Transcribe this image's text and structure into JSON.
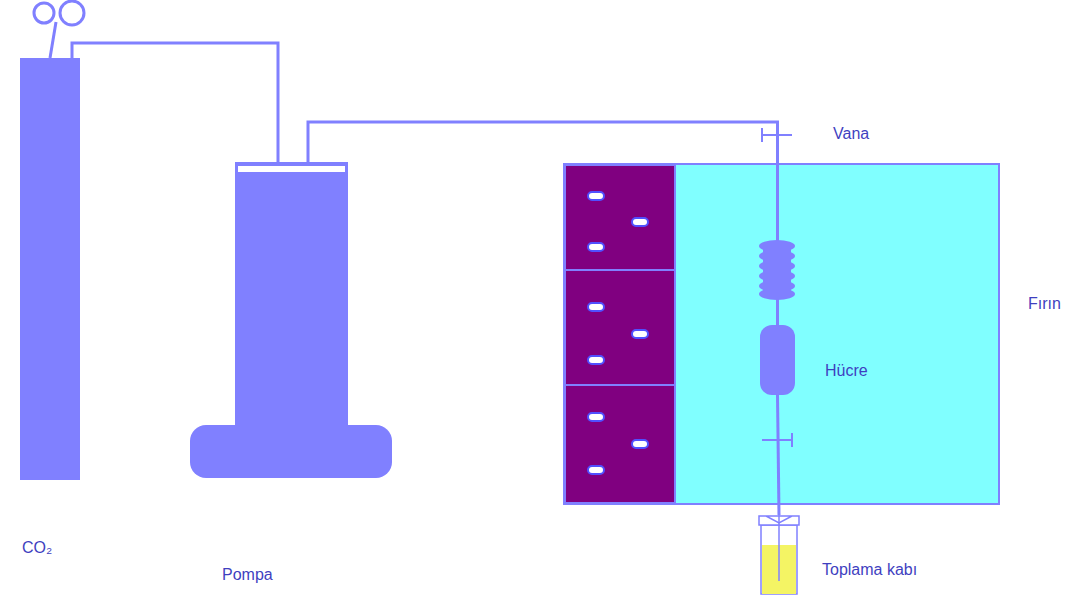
{
  "diagram": {
    "nodes": [
      {
        "text": [
          "CO₂"
        ]
      },
      {
        "text": [
          "Pompa"
        ]
      },
      {
        "text": [
          "Fırın"
        ]
      },
      {
        "text": [
          "Hücre"
        ],
        "in": 2
      },
      {
        "text": [
          "Toplama kabı"
        ]
      }
    ],
    "edges": [
      {
        "from": 0,
        "to": 1,
        "arrow": "none"
      },
      {
        "from": 1,
        "to": 3,
        "arrow": "none"
      },
      {
        "from": 3,
        "to": 4,
        "arrow": "none"
      }
    ],
    "labels": [
      "Vana"
    ]
  }
}
